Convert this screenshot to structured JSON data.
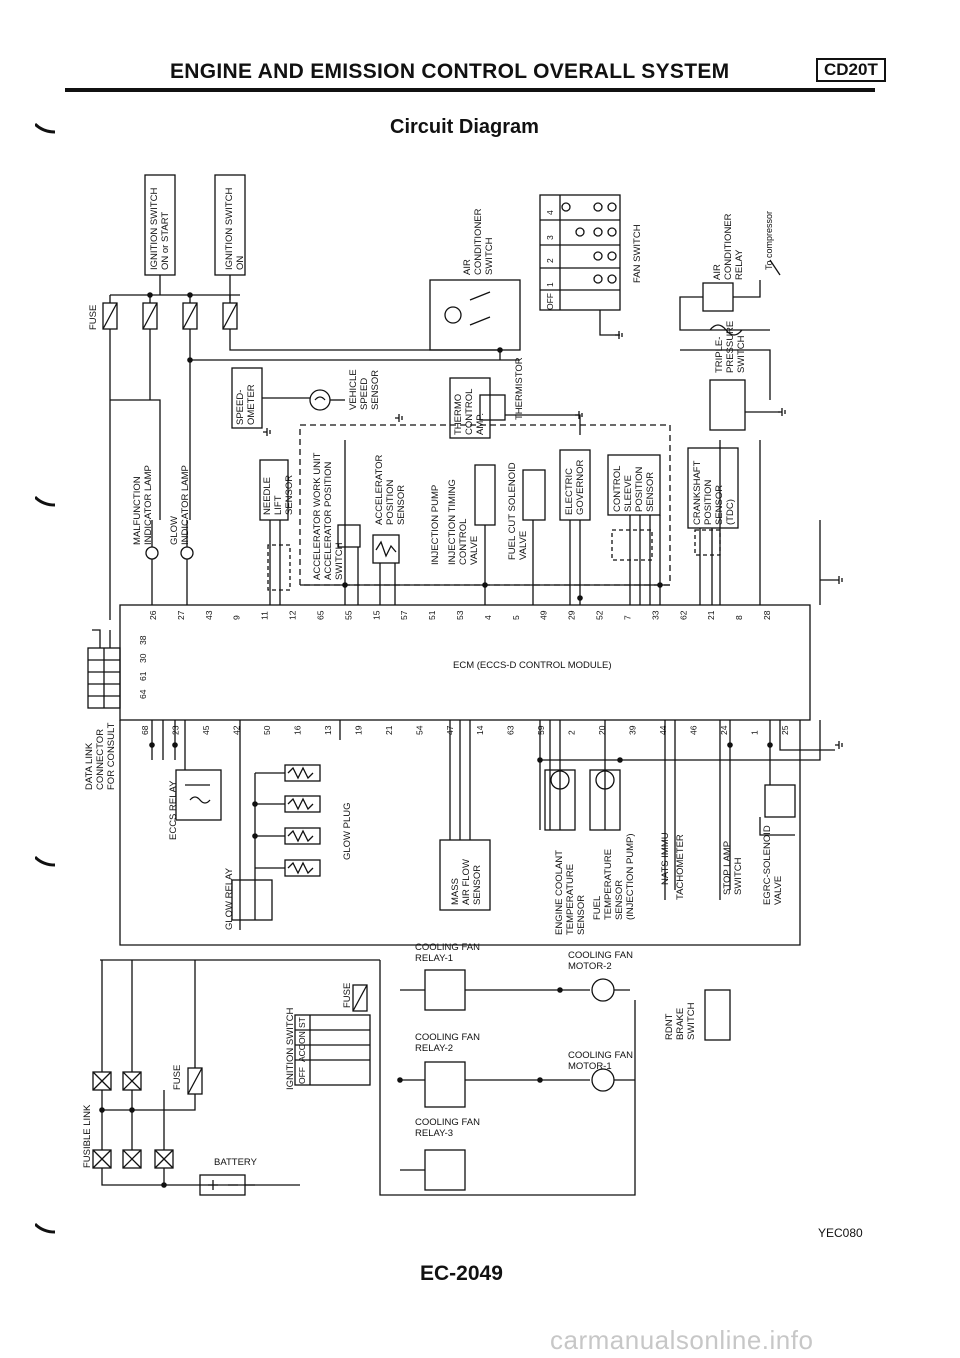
{
  "header": {
    "title": "ENGINE AND EMISSION CONTROL OVERALL SYSTEM",
    "badge": "CD20T",
    "subtitle": "Circuit Diagram"
  },
  "footer": {
    "page_number": "EC-2049",
    "figure_code": "YEC080",
    "watermark": "carmanualsonline.info"
  },
  "labels": {
    "ign_start_1": "IGNITION SWITCH",
    "ign_start_2": "ON or START",
    "ign_on_1": "IGNITION SWITCH",
    "ign_on_2": "ON",
    "fuse": "FUSE",
    "ac_switch_1": "AIR",
    "ac_switch_2": "CONDITIONER",
    "ac_switch_3": "SWITCH",
    "fan_switch": "FAN SWITCH",
    "fan_off": "OFF",
    "fan_1": "1",
    "fan_2": "2",
    "fan_3": "3",
    "fan_4": "4",
    "ac_relay_1": "AIR",
    "ac_relay_2": "CONDITIONER",
    "ac_relay_3": "RELAY",
    "to_compressor": "To compressor",
    "triple_1": "TRIPLE-",
    "triple_2": "PRESSURE",
    "triple_3": "SWITCH",
    "speedometer_1": "SPEED-",
    "speedometer_2": "OMETER",
    "vss_1": "VEHICLE",
    "vss_2": "SPEED",
    "vss_3": "SENSOR",
    "thermo_1": "THERMO",
    "thermo_2": "CONTROL",
    "thermo_3": "AMP.",
    "thermistor": "THERMISTOR",
    "mil_1": "MALFUNCTION",
    "mil_2": "INDICATOR LAMP",
    "glow_ind_1": "GLOW",
    "glow_ind_2": "INDICATOR LAMP",
    "needle_1": "NEEDLE",
    "needle_2": "LIFT",
    "needle_3": "SENSOR",
    "apwu_1": "ACCELERATOR WORK UNIT",
    "apwu_2": "ACCELERATOR POSITION",
    "apwu_3": "SWITCH",
    "aps_1": "ACCELERATOR",
    "aps_2": "POSITION",
    "aps_3": "SENSOR",
    "ip_label": "INJECTION PUMP",
    "itc_1": "INJECTION TIMING",
    "itc_2": "CONTROL",
    "itc_3": "VALVE",
    "fcsv_1": "FUEL CUT SOLENOID",
    "fcsv_2": "VALVE",
    "eg_1": "ELECTRIC",
    "eg_2": "GOVERNOR",
    "csps_1": "CONTROL",
    "csps_2": "SLEEVE",
    "csps_3": "POSITION",
    "csps_4": "SENSOR",
    "ckp_1": "CRANKSHAFT",
    "ckp_2": "POSITION",
    "ckp_3": "SENSOR",
    "ckp_4": "(TDC)",
    "dlc_1": "DATA LINK",
    "dlc_2": "CONNECTOR",
    "dlc_3": "FOR CONSULT",
    "ecm": "ECM (ECCS-D CONTROL MODULE)",
    "eccs_relay": "ECCS RELAY",
    "glow_plug": "GLOW PLUG",
    "glow_relay": "GLOW RELAY",
    "maf_1": "MASS",
    "maf_2": "AIR FLOW",
    "maf_3": "SENSOR",
    "ect_1": "ENGINE COOLANT",
    "ect_2": "TEMPERATURE",
    "ect_3": "SENSOR",
    "ft_1": "FUEL",
    "ft_2": "TEMPERATURE",
    "ft_3": "SENSOR",
    "ft_4": "(INJECTION PUMP)",
    "nats": "NATS IMMU",
    "tacho": "TACHOMETER",
    "stop_1": "STOP LAMP",
    "stop_2": "SWITCH",
    "egrc_1": "EGRC-SOLENOID",
    "egrc_2": "VALVE",
    "cfr1_1": "COOLING FAN",
    "cfr1_2": "RELAY-1",
    "cfm2_1": "COOLING FAN",
    "cfm2_2": "MOTOR-2",
    "cfr2_1": "COOLING FAN",
    "cfr2_2": "RELAY-2",
    "cfm1_1": "COOLING FAN",
    "cfm1_2": "MOTOR-1",
    "cfr3_1": "COOLING FAN",
    "cfr3_2": "RELAY-3",
    "rdnt_1": "RDNT",
    "rdnt_2": "BRAKE",
    "rdnt_3": "SWITCH",
    "ign_switch": "IGNITION SWITCH",
    "ign_pos_off": "OFF",
    "ign_pos_acc": "ACC",
    "ign_pos_on": "ON",
    "ign_pos_st": "ST",
    "fusible_link": "FUSIBLE LINK",
    "battery": "BATTERY"
  },
  "ecm_pins_top": [
    {
      "n": "26"
    },
    {
      "n": "27"
    },
    {
      "n": "43"
    },
    {
      "n": "9"
    },
    {
      "n": "11"
    },
    {
      "n": "12"
    },
    {
      "n": "65"
    },
    {
      "n": "55"
    },
    {
      "n": "15"
    },
    {
      "n": "57"
    },
    {
      "n": "51"
    },
    {
      "n": "53"
    },
    {
      "n": "4"
    },
    {
      "n": "5"
    },
    {
      "n": "49"
    },
    {
      "n": "29"
    },
    {
      "n": "52"
    },
    {
      "n": "7"
    },
    {
      "n": "33"
    },
    {
      "n": "62"
    },
    {
      "n": "21"
    },
    {
      "n": "8"
    },
    {
      "n": "28"
    }
  ],
  "ecm_pins_left": [
    {
      "n": "38"
    },
    {
      "n": "30"
    },
    {
      "n": "61"
    },
    {
      "n": "64"
    }
  ],
  "ecm_pins_bottom": [
    {
      "n": "68"
    },
    {
      "n": "23"
    },
    {
      "n": "45"
    },
    {
      "n": "42"
    },
    {
      "n": "50"
    },
    {
      "n": "16"
    },
    {
      "n": "13"
    },
    {
      "n": "19"
    },
    {
      "n": "21"
    },
    {
      "n": "54"
    },
    {
      "n": "47"
    },
    {
      "n": "14"
    },
    {
      "n": "63"
    },
    {
      "n": "59"
    },
    {
      "n": "2"
    },
    {
      "n": "20"
    },
    {
      "n": "39"
    },
    {
      "n": "44"
    },
    {
      "n": "46"
    },
    {
      "n": "24"
    },
    {
      "n": "1"
    },
    {
      "n": "25"
    }
  ]
}
